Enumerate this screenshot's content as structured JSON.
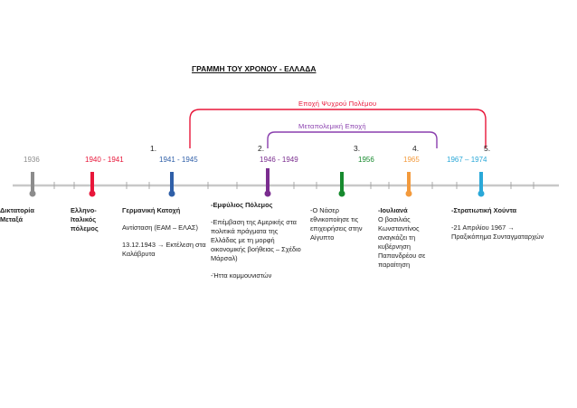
{
  "title": "ΓΡΑΜΜΗ ΤΟΥ ΧΡΟΝΟΥ - ΕΛΛΑΔΑ",
  "eras": {
    "cold_war": {
      "label": "Εποχή Ψυχρού Πολέμου",
      "color": "#e8173a"
    },
    "postwar": {
      "label": "Μεταπολεμική Εποχή",
      "color": "#8a3fae"
    }
  },
  "numbers": [
    "1.",
    "2.",
    "3.",
    "4.",
    "5."
  ],
  "events": [
    {
      "year": "1936",
      "color": "#8c8c8c",
      "title": "Δικτατορία Μεταξά",
      "lines": []
    },
    {
      "year": "1940 - 1941",
      "color": "#e8173a",
      "title": "Ελληνο-Ιταλικός πόλεμος",
      "lines": []
    },
    {
      "year": "1941 - 1945",
      "color": "#2f5fa8",
      "title": "Γερμανική Κατοχή",
      "lines": [
        "Αντίσταση (ΕΑΜ – ΕΛΑΣ)",
        "13.12.1943 → Εκτέλεση στα Καλάβρυτα"
      ]
    },
    {
      "year": "1946 - 1949",
      "color": "#7a2d8f",
      "title": "-Εμφύλιος Πόλεμος",
      "lines": [
        "-Επέμβαση της Αμερικής στα πολιτικά πράγματα της Ελλάδας με τη μορφή οικονομικής βοήθειας – Σχέδιο Μάρσαλ)",
        "-Ήττα κομμουνιστών"
      ]
    },
    {
      "year": "1956",
      "color": "#178a2e",
      "title": "-Ο Νάσερ εθνικοποίησε τις επιχειρήσεις στην Αίγυπτο",
      "lines": []
    },
    {
      "year": "1965",
      "color": "#f39a3c",
      "title": "-Ιουλιανά",
      "lines": [
        "Ο βασιλιάς Κωνσταντίνος αναγκάζει τη κυβέρνηση Παπανδρέου σε παραίτηση"
      ]
    },
    {
      "year": "1967 – 1974",
      "color": "#2aa8d8",
      "title": "-Στρατιωτική Χούντα",
      "lines": [
        "-21 Απριλίου 1967 → Πραξικόπημα Συνταγματαρχών"
      ]
    }
  ]
}
